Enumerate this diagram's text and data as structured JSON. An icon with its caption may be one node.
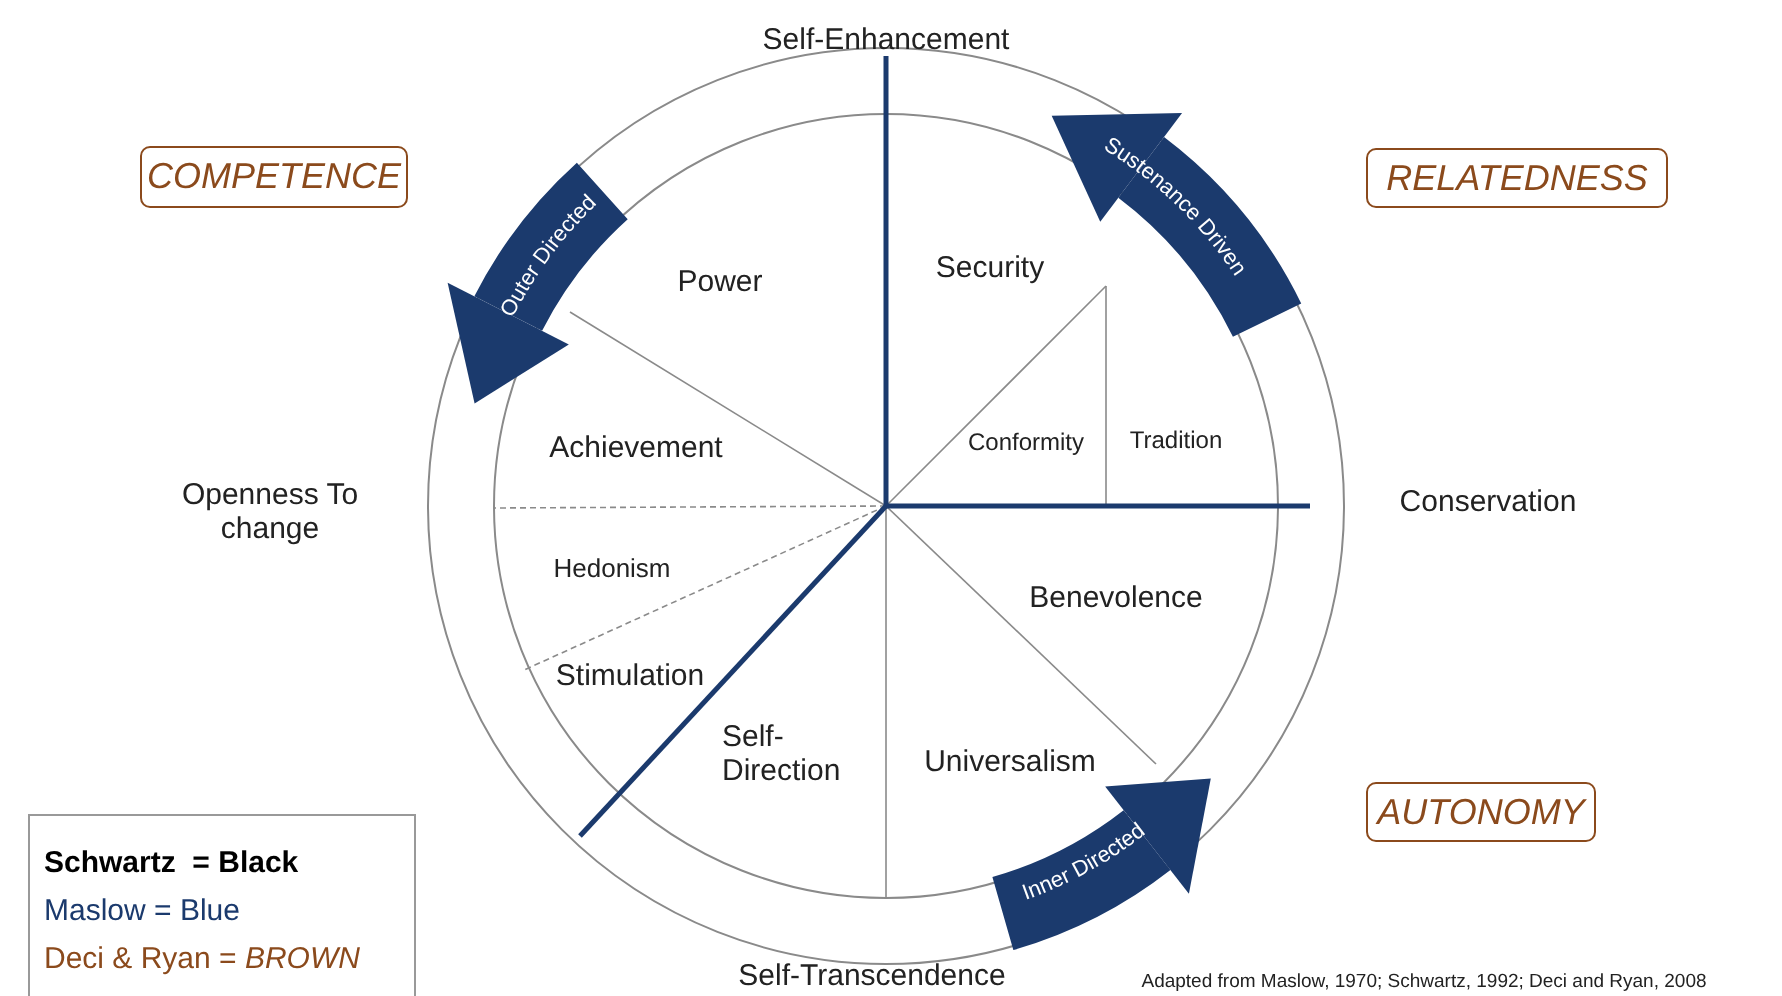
{
  "diagram": {
    "nodes": [
      {
        "text": [
          "COMPETENCE"
        ]
      },
      {
        "text": [
          "RELATEDNESS"
        ]
      },
      {
        "text": [
          "AUTONOMY"
        ]
      },
      {
        "text": [
          "Schwartz  = Black",
          "Maslow = Blue",
          "Deci & Ryan = *BROWN*"
        ]
      }
    ],
    "edges": [],
    "labels": [
      "Self-Enhancement",
      "Outer Directed",
      "Sustenance Driven",
      "Power",
      "Security",
      "Achievement",
      "Conformity",
      "Tradition",
      "Openness To change",
      "Conservation",
      "Hedonism",
      "Benevolence",
      "Stimulation",
      "Self- Direction",
      "Universalism",
      "Inner Directed",
      "Self-Transcendence",
      "Adapted from Maslow, 1970; Schwartz, 1992; Deci and Ryan, 2008"
    ]
  }
}
